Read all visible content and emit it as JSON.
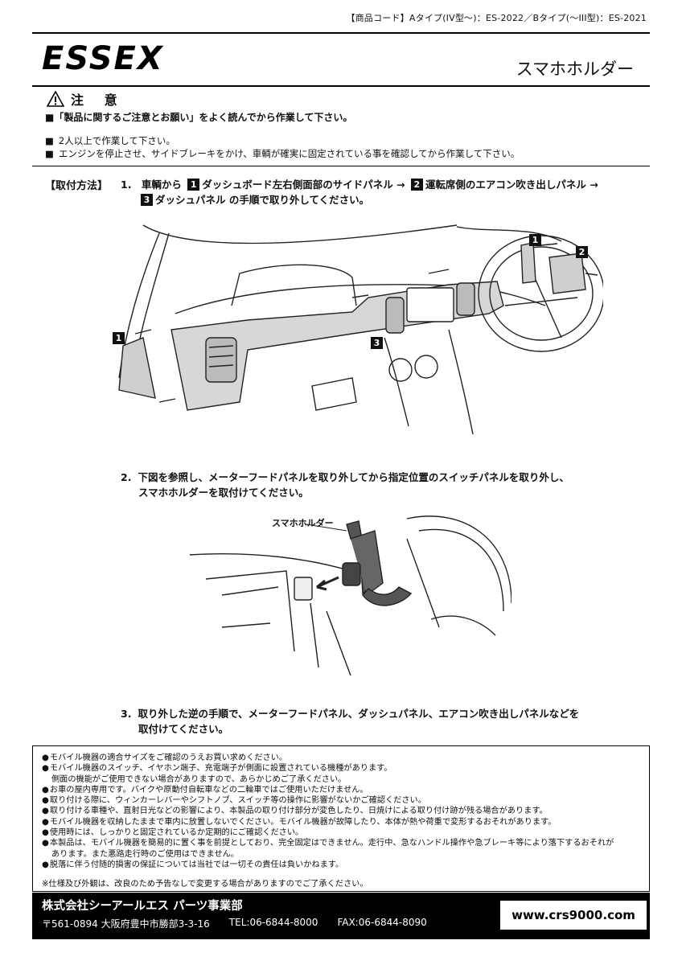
{
  "header": {
    "product_code": "【商品コード】Aタイプ(IV型〜)：ES-2022／Bタイプ(〜III型)：ES-2021",
    "brand": "ESSEX",
    "product_name": "スマホホルダー"
  },
  "caution": {
    "title": "注 意",
    "main": "■「製品に関するご注意とお願い」をよく読んでから作業して下さい。",
    "items": [
      "2人以上で作業して下さい。",
      "エンジンを停止させ、サイドブレーキをかけ、車輌が確実に固定されている事を確認してから作業して下さい。"
    ]
  },
  "method": {
    "label": "【取付方法】",
    "step1": {
      "num": "1.",
      "a": "車輌から",
      "n1": "1",
      "b": "ダッシュボード左右側面部のサイドパネル →",
      "n2": "2",
      "c": "運転席側のエアコン吹き出しパネル →",
      "n3": "3",
      "d": "ダッシュパネル の手順で取り外してください。"
    },
    "step2": {
      "num": "2.",
      "line1": "下図を参照し、メーターフードパネルを取り外してから指定位置のスイッチパネルを取り外し、",
      "line2": "スマホホルダーを取付けてください。"
    },
    "step3": {
      "num": "3.",
      "line1": "取り外した逆の手順で、メーターフードパネル、ダッシュパネル、エアコン吹き出しパネルなどを",
      "line2": "取付けてください。"
    }
  },
  "figure1": {
    "label1": "1",
    "label2": "2",
    "label3": "3"
  },
  "figure2": {
    "callout": "スマホホルダー"
  },
  "notes": [
    {
      "t": "モバイル機器の適合サイズをご確認のうえお買い求めください。",
      "b": true
    },
    {
      "t": "モバイル機器のスイッチ、イヤホン端子、充電端子が側面に設置されている機種があります。",
      "b": true
    },
    {
      "t": "側面の機能がご使用できない場合がありますので、あらかじめご了承ください。",
      "b": false
    },
    {
      "t": "お車の屋内専用です。バイクや原動付自転車などの二輪車ではご使用いただけません。",
      "b": true
    },
    {
      "t": "取り付ける際に、ウィンカーレバーやシフトノブ、スイッチ等の操作に影響がないかご確認ください。",
      "b": true
    },
    {
      "t": "取り付ける車種や、直射日光などの影響により、本製品の取り付け部分が変色したり、日焼けによる取り付け跡が残る場合があります。",
      "b": true
    },
    {
      "t": "モバイル機器を収納したままで車内に放置しないでください。モバイル機器が故障したり、本体が熱や荷重で変形するおそれがあります。",
      "b": true
    },
    {
      "t": "使用時には、しっかりと固定されているか定期的にご確認ください。",
      "b": true
    },
    {
      "t": "本製品は、モバイル機器を簡易的に置く事を前提としており、完全固定はできません。走行中、急なハンドル操作や急ブレーキ等により落下するおそれが",
      "b": true
    },
    {
      "t": "あります。また悪路走行時のご使用はできません。",
      "b": false
    },
    {
      "t": "脱落に伴う付随的損害の保証については当社では一切その責任は負いかねます。",
      "b": true
    }
  ],
  "spec_note": "※仕様及び外観は、改良のため予告なしで変更する場合がありますのでご了承ください。",
  "footer": {
    "company": "株式会社シーアールエス パーツ事業部",
    "address": "〒561-0894 大阪府豊中市勝部3-3-16",
    "tel": "TEL:06-6844-8000",
    "fax": "FAX:06-6844-8090",
    "url": "www.crs9000.com"
  }
}
